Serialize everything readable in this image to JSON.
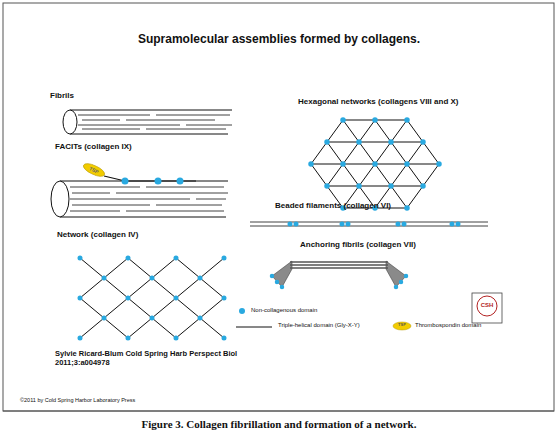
{
  "diagram": {
    "title": "Supramolecular assemblies formed by collagens.",
    "caption": "Figure 3. Collagen fibrillation and formation of a network.",
    "nodes": [
      {
        "text": [
          "TSP"
        ]
      }
    ],
    "labels": [
      "Fibrils",
      "Hexagonal networks (collagens VIII and X)",
      "FACITs (collagen IX)",
      "Beaded filaments (collagen VI)",
      "Network (collagen IV)",
      "Anchoring fibrils (collagen VII)",
      "TSP",
      "Sylvie Ricard-Blum Cold Spring Harb Perspect Biol 2011;3:a004978",
      "©2011 by Cold Spring Harbor Laboratory Press",
      "CSH"
    ],
    "legend": [
      {
        "text": "Non-collagenous domain",
        "color": "#29a9e0"
      },
      {
        "text": "Triple-helical domain (Gly-X-Y)"
      },
      {
        "text": "Thrombospondin domain"
      }
    ]
  }
}
